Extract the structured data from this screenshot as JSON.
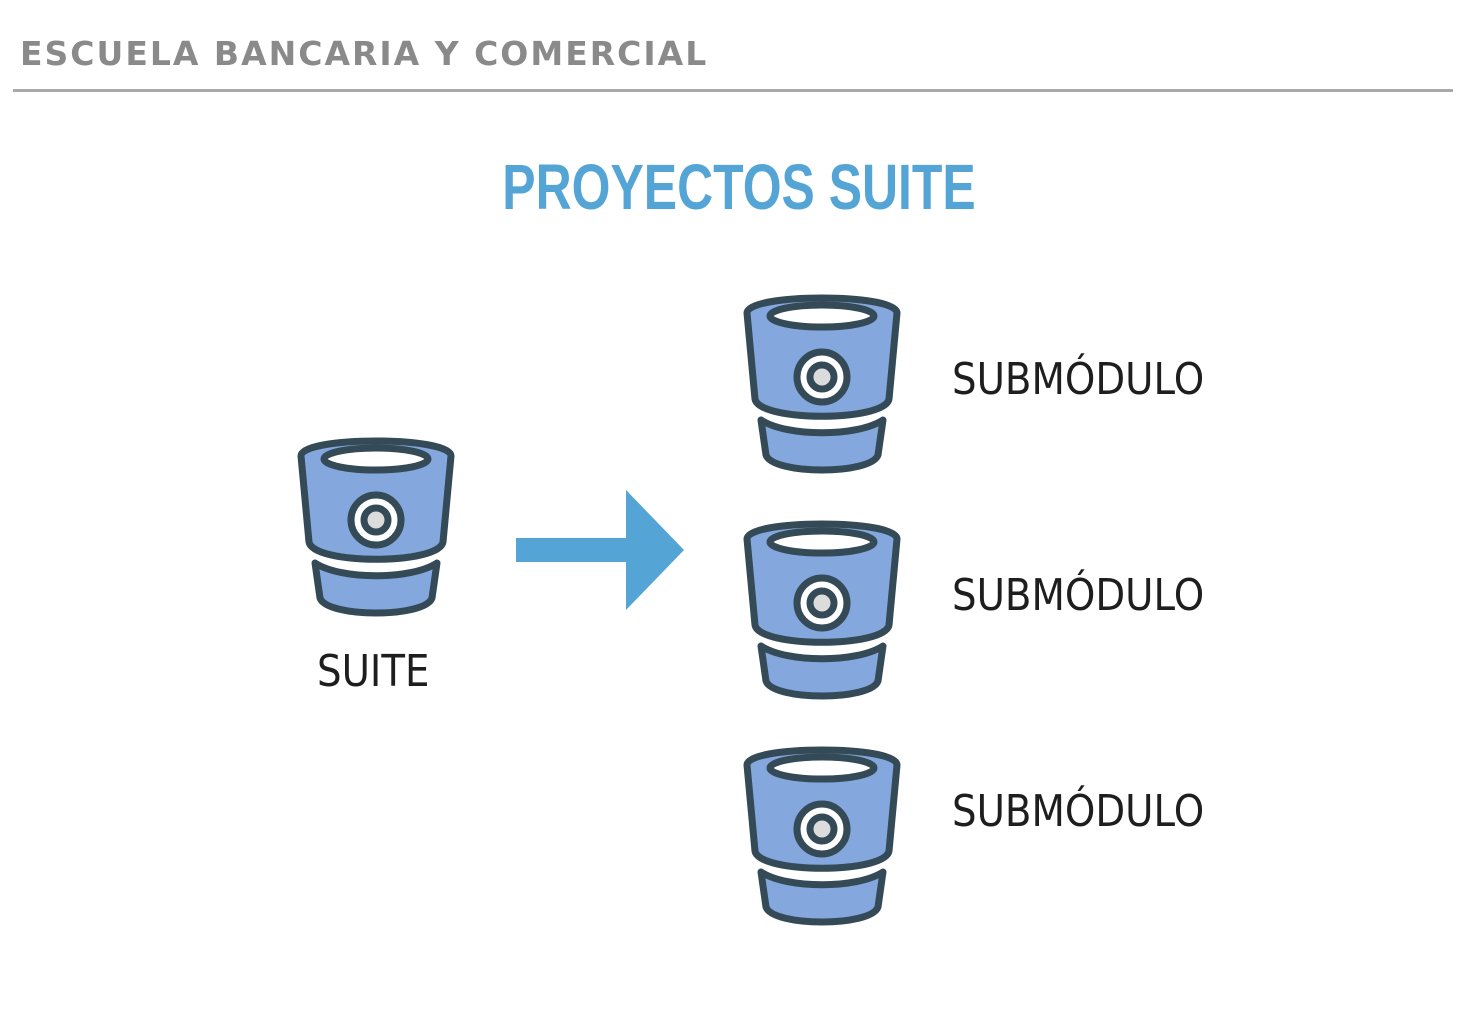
{
  "header": {
    "institution": "ESCUELA BANCARIA Y COMERCIAL"
  },
  "diagram": {
    "title": "PROYECTOS SUITE",
    "source": {
      "label": "SUITE",
      "icon": "bitbucket-icon"
    },
    "arrow": {
      "icon": "arrow-right-icon"
    },
    "submodules": [
      {
        "label": "SUBMÓDULO",
        "icon": "bitbucket-icon"
      },
      {
        "label": "SUBMÓDULO",
        "icon": "bitbucket-icon"
      },
      {
        "label": "SUBMÓDULO",
        "icon": "bitbucket-icon"
      }
    ],
    "colors": {
      "accent": "#54a5d6",
      "bucket_fill": "#84a7de",
      "bucket_stroke": "#344a57",
      "lens_inner": "#dcdcdc"
    }
  }
}
